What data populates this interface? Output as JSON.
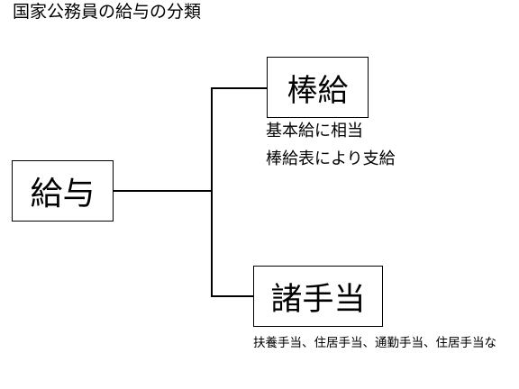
{
  "title": "国家公務員の給与の分類",
  "root": {
    "label": "給与"
  },
  "branches": [
    {
      "label": "棒給",
      "notes": [
        "基本給に相当",
        "棒給表により支給"
      ]
    },
    {
      "label": "諸手当",
      "notes": [
        "扶養手当、住居手当、通勤手当、住居手当な"
      ]
    }
  ]
}
